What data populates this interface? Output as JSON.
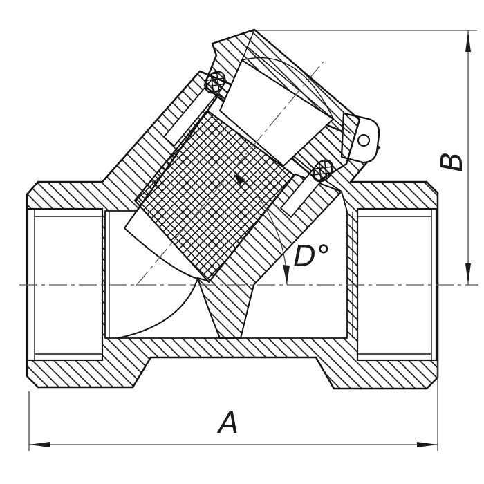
{
  "drawing": {
    "type": "technical-section-drawing",
    "subject": "y-strainer-valve-cross-section",
    "labels": {
      "dim_width": "A",
      "dim_height": "B",
      "dim_angle": "D°"
    },
    "colors": {
      "background": "#ffffff",
      "outline": "#141414",
      "hatch": "#1a1a1a",
      "dimension": "#4a4a4a",
      "centerline": "#555555"
    }
  }
}
